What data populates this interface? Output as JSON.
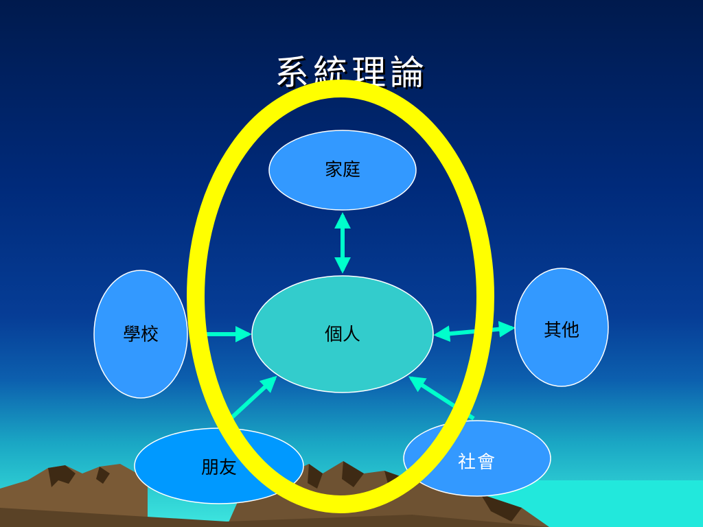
{
  "slide": {
    "title": "系統理論"
  },
  "diagram": {
    "center": {
      "label": "個人",
      "color": "#33cccc"
    },
    "nodes": [
      {
        "id": "family",
        "label": "家庭",
        "color": "#3399ff"
      },
      {
        "id": "school",
        "label": "學校",
        "color": "#3399ff"
      },
      {
        "id": "other",
        "label": "其他",
        "color": "#3399ff"
      },
      {
        "id": "friends",
        "label": "朋友",
        "color": "#3399ff"
      },
      {
        "id": "society",
        "label": "社會",
        "color": "#3399ff"
      }
    ],
    "arrow_color": "#00ffcc",
    "highlight_color": "#ffff00"
  }
}
